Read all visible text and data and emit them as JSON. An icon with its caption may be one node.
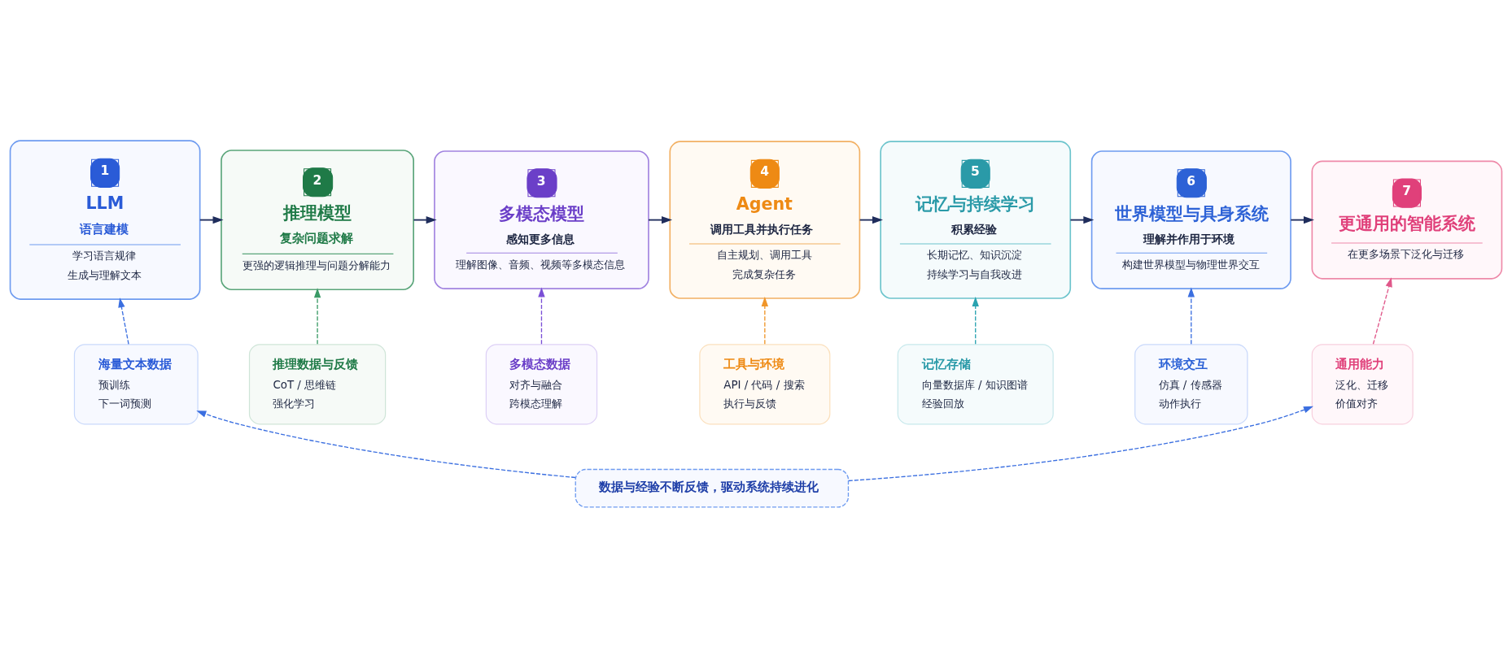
{
  "diagram": {
    "nodes": [
      {
        "text": [
          "1",
          "LLM",
          "语言建模",
          "学习语言规律",
          "生成与理解文本"
        ]
      },
      {
        "text": [
          "2",
          "推理模型",
          "复杂问题求解",
          "更强的逻辑推理与问题分解能力"
        ]
      },
      {
        "text": [
          "3",
          "多模态模型",
          "感知更多信息",
          "理解图像、音频、视频等多模态信息"
        ]
      },
      {
        "text": [
          "4",
          "Agent",
          "调用工具并执行任务",
          "自主规划、调用工具",
          "完成复杂任务"
        ]
      },
      {
        "text": [
          "5",
          "记忆与持续学习",
          "积累经验",
          "长期记忆、知识沉淀",
          "持续学习与自我改进"
        ]
      },
      {
        "text": [
          "6",
          "世界模型与具身系统",
          "理解并作用于环境",
          "构建世界模型与物理世界交互"
        ]
      },
      {
        "text": [
          "7",
          "更通用的智能系统",
          "在更多场景下泛化与迁移"
        ]
      },
      {
        "text": [
          "海量文本数据",
          "预训练",
          "下一词预测"
        ]
      },
      {
        "text": [
          "推理数据与反馈",
          "CoT / 思维链",
          "强化学习"
        ]
      },
      {
        "text": [
          "多模态数据",
          "对齐与融合",
          "跨模态理解"
        ]
      },
      {
        "text": [
          "工具与环境",
          "API / 代码 / 搜索",
          "执行与反馈"
        ]
      },
      {
        "text": [
          "记忆存储",
          "向量数据库 / 知识图谱",
          "经验回放"
        ]
      },
      {
        "text": [
          "环境交互",
          "仿真 / 传感器",
          "动作执行"
        ]
      },
      {
        "text": [
          "通用能力",
          "泛化、迁移",
          "价值对齐"
        ]
      },
      {
        "text": [
          "数据与经验不断反馈，驱动系统持续进化"
        ]
      }
    ],
    "edges": [
      {
        "from": 0,
        "to": 1,
        "arrow": "to"
      },
      {
        "from": 1,
        "to": 2,
        "arrow": "to"
      },
      {
        "from": 2,
        "to": 3,
        "arrow": "to"
      },
      {
        "from": 3,
        "to": 4,
        "arrow": "to"
      },
      {
        "from": 4,
        "to": 5,
        "arrow": "to"
      },
      {
        "from": 5,
        "to": 6,
        "arrow": "to"
      },
      {
        "from": 7,
        "to": 0,
        "arrow": "to",
        "style": "dashed",
        "color": "#3b6fe0"
      },
      {
        "from": 8,
        "to": 1,
        "arrow": "to",
        "style": "dashed",
        "color": "#3a9a66"
      },
      {
        "from": 9,
        "to": 2,
        "arrow": "to",
        "style": "dashed",
        "color": "#7a4fd6"
      },
      {
        "from": 10,
        "to": 3,
        "arrow": "to",
        "style": "dashed",
        "color": "#f0962a"
      },
      {
        "from": 11,
        "to": 4,
        "arrow": "to",
        "style": "dashed",
        "color": "#2aa3b0"
      },
      {
        "from": 12,
        "to": 5,
        "arrow": "to",
        "style": "dashed",
        "color": "#3b6fe0"
      },
      {
        "from": 13,
        "to": 6,
        "arrow": "to",
        "style": "dashed",
        "color": "#e0588a"
      },
      {
        "from": 14,
        "to": 7,
        "arrow": "to",
        "style": "dashed",
        "color": "#3b6fe0"
      },
      {
        "from": 14,
        "to": 13,
        "arrow": "to",
        "style": "dashed",
        "color": "#3b6fe0"
      }
    ]
  }
}
